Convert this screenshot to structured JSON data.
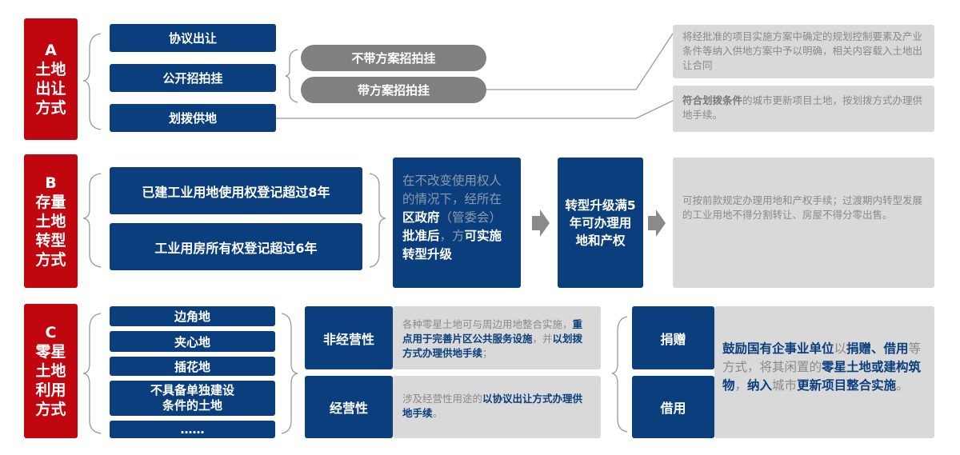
{
  "colors": {
    "red": "#c0070f",
    "navy": "#0a3e7d",
    "pill": "#808080",
    "grey_box": "#d9d9d9"
  },
  "section_a": {
    "label": "A\n土地\n出让\n方式",
    "methods": [
      "协议出让",
      "公开招拍挂",
      "划拨供地"
    ],
    "sub_methods": [
      "不带方案招拍挂",
      "带方案招拍挂"
    ],
    "note_plan": [
      {
        "t": "将经批准的项目实施方案中确定的规划控制要素及产业条件等纳入供地方案中予以明确，相关内容载入土地出让合同",
        "b": false
      }
    ],
    "note_allocation": [
      {
        "t": "符合划拨条件",
        "b": true
      },
      {
        "t": "的城市更新项目土地，按划拨方式办理供地手续。",
        "b": false
      }
    ]
  },
  "section_b": {
    "label": "B\n存量\n土地\n转型\n方式",
    "conditions": [
      "已建工业用地使用权登记超过8年",
      "工业用房所有权登记超过6年"
    ],
    "approval": [
      {
        "t": "在不改变使用权人的情况下，经所在",
        "b": false
      },
      {
        "t": "区政府",
        "b": true
      },
      {
        "t": "（管委会）",
        "b": false
      },
      {
        "t": "批准后",
        "b": true
      },
      {
        "t": "，方",
        "b": false
      },
      {
        "t": "可实施转型升级",
        "b": true
      }
    ],
    "result": "转型升级满5年可办理用地和产权",
    "note": [
      {
        "t": "可按前款规定办理用地和产权手续；过渡期内转型发展的工业用地不得分割转让、房屋不得分零出售。",
        "b": false
      }
    ]
  },
  "section_c": {
    "label": "C\n零星\n土地\n利用\n方式",
    "types": [
      "边角地",
      "夹心地",
      "插花地",
      "不具备单独建设\n条件的土地",
      "……"
    ],
    "non_commercial": {
      "title": "非经营性",
      "desc": [
        {
          "t": "各种零星土地可与周边用地整合实施，",
          "b": false
        },
        {
          "t": "重点用于完善片区公共服务设施",
          "b": true
        },
        {
          "t": "，并",
          "b": false
        },
        {
          "t": "以划拨方式办理供地手续",
          "b": true
        },
        {
          "t": "；",
          "b": false
        }
      ]
    },
    "commercial": {
      "title": "经营性",
      "desc": [
        {
          "t": "涉及经营性用途的",
          "b": false
        },
        {
          "t": "以协议出让方式办理供地手续",
          "b": true
        },
        {
          "t": "。",
          "b": false
        }
      ]
    },
    "donate": "捐赠",
    "lend": "借用",
    "policy": [
      {
        "t": "鼓励国有企事业单位",
        "b": true
      },
      {
        "t": "以",
        "b": false
      },
      {
        "t": "捐赠、借用",
        "b": true
      },
      {
        "t": "等方式，将其闲置的",
        "b": false
      },
      {
        "t": "零星土地或建构筑物",
        "b": true
      },
      {
        "t": "，",
        "b": false
      },
      {
        "t": "纳入",
        "b": true
      },
      {
        "t": "城市",
        "b": false
      },
      {
        "t": "更新项目整合实施",
        "b": true
      },
      {
        "t": "。",
        "b": false
      }
    ]
  }
}
